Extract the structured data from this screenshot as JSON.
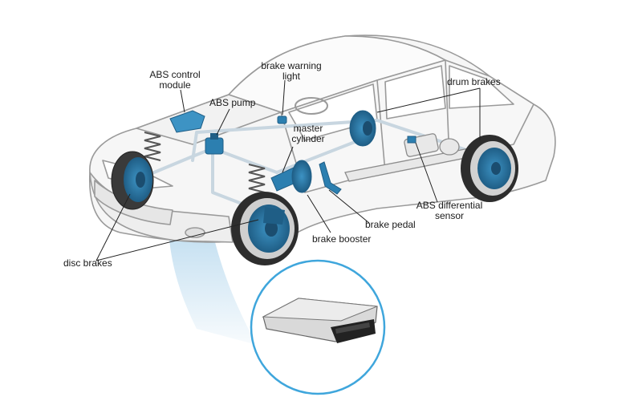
{
  "colors": {
    "blue": "#2c7fb0",
    "blue_dark": "#1f5e86",
    "glow": "#6fb2dd",
    "callout_ring": "#3fa6dc",
    "car_stroke": "#9a9a9a",
    "car_fill": "#f4f4f4",
    "line": "#222222"
  },
  "labels": {
    "abs_control_module_1": "ABS control",
    "abs_control_module_2": "module",
    "brake_warning_light_1": "brake warning",
    "brake_warning_light_2": "light",
    "abs_pump": "ABS pump",
    "master_cylinder_1": "master",
    "master_cylinder_2": "cylinder",
    "drum_brakes": "drum brakes",
    "abs_differential_sensor_1": "ABS differential",
    "abs_differential_sensor_2": "sensor",
    "brake_pedal": "brake pedal",
    "brake_booster": "brake booster",
    "disc_brakes": "disc brakes"
  }
}
